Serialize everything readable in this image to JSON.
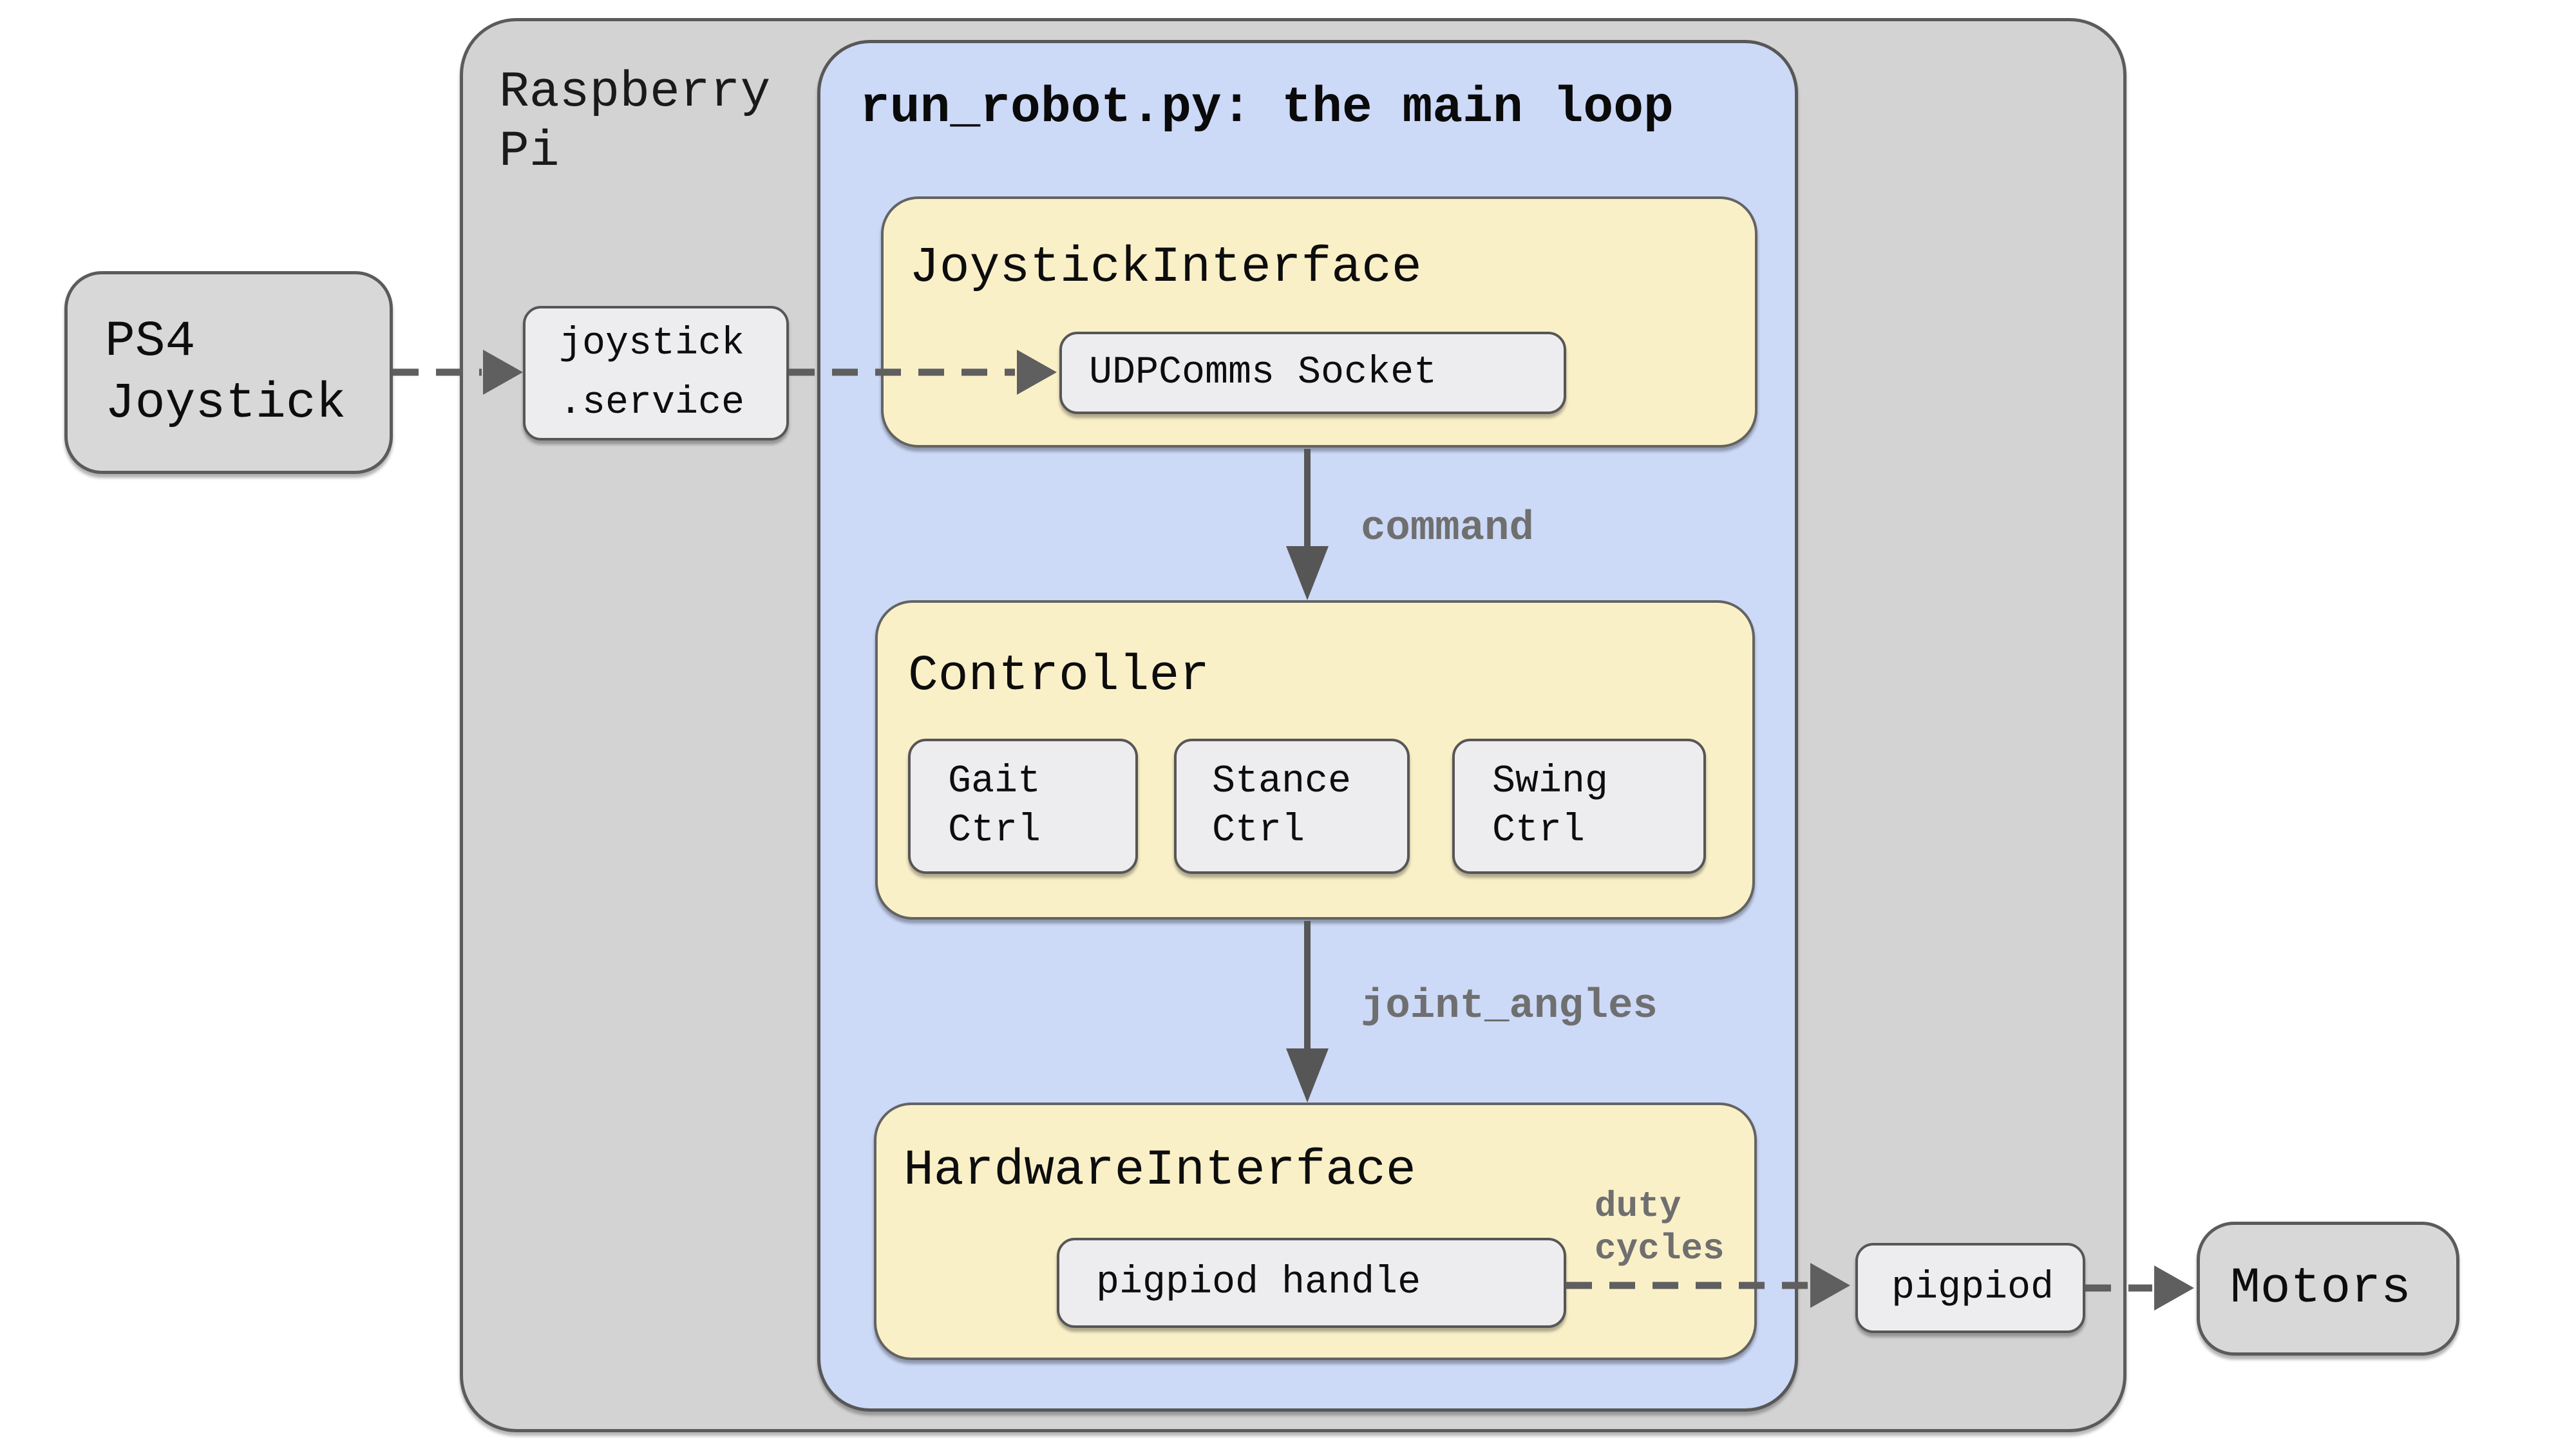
{
  "colors": {
    "outer_box_fill": "#d3d3d3",
    "main_loop_fill": "#ccd9f7",
    "module_fill": "#faf0c8",
    "chip_fill": "#ededef",
    "node_fill": "#d8d8d8",
    "border": "#5b5b5b",
    "arrow": "#5f5f5f",
    "arrow_label": "#6f6f6f",
    "text": "#111111"
  },
  "raspberry_pi": {
    "line1": "Raspberry",
    "line2": "Pi"
  },
  "main_loop": {
    "title": "run_robot.py: the main loop",
    "joystick_interface": {
      "title": "JoystickInterface",
      "udp_socket": "UDPComms Socket"
    },
    "controller": {
      "title": "Controller",
      "gait": {
        "line1": "Gait",
        "line2": "Ctrl"
      },
      "stance": {
        "line1": "Stance",
        "line2": "Ctrl"
      },
      "swing": {
        "line1": "Swing",
        "line2": "Ctrl"
      }
    },
    "hardware_interface": {
      "title": "HardwareInterface",
      "pigpiod_handle": "pigpiod handle",
      "duty": {
        "line1": "duty",
        "line2": "cycles"
      }
    }
  },
  "nodes": {
    "ps4_joystick": {
      "line1": "PS4",
      "line2": "Joystick"
    },
    "joystick_service": {
      "line1": "joystick",
      "line2": ".service"
    },
    "pigpiod_daemon": {
      "label": "pigpiod"
    },
    "motors": {
      "label": "Motors"
    }
  },
  "labels": {
    "command": "command",
    "joint_angles": "joint_angles"
  }
}
